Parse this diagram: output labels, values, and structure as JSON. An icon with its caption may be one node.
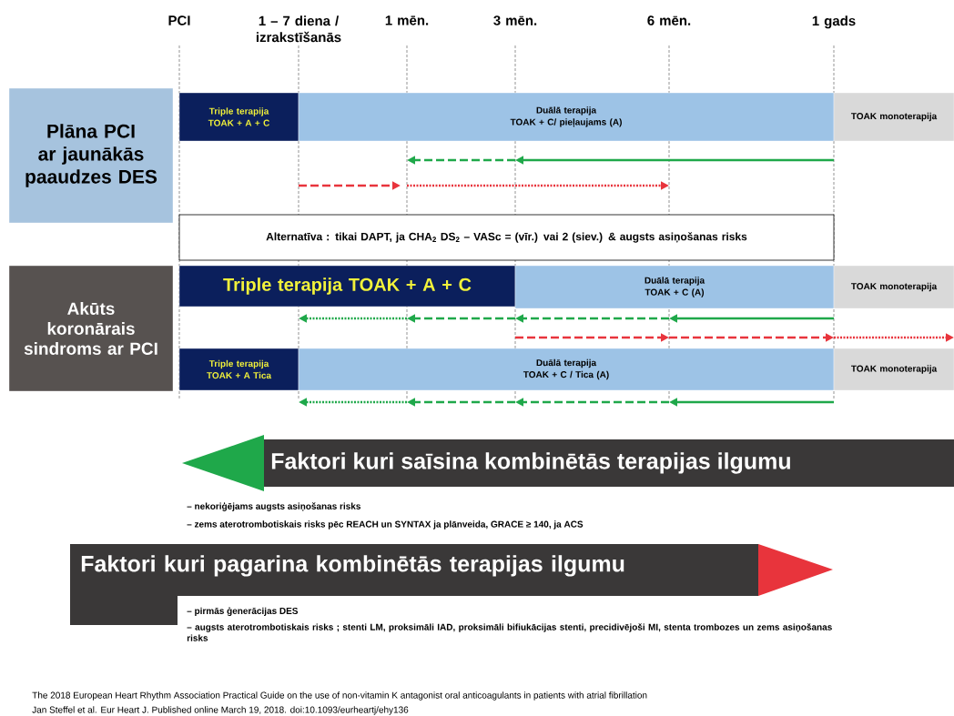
{
  "diagram": {
    "nodes": [
      {
        "text": [
          "Plāna PCI ar jaunākās paaudzes DES"
        ]
      },
      {
        "text": [
          "Triple terapija",
          "TOAK + A + C"
        ]
      },
      {
        "text": [
          "Duālā terapija",
          "TOAK + C/ pieļaujams (A)"
        ]
      },
      {
        "text": [
          "TOAK monoterapija"
        ]
      },
      {
        "text": [
          "Alternatīva : tikai DAPT, ja CHA$_{2}$ DS$_{2}$ – VASc = (vīr.) vai 2 (siev.) & augsts asiņošanas risks"
        ]
      },
      {
        "text": [
          "Akūts koronārais sindroms ar PCI"
        ]
      },
      {
        "text": [
          "Triple terapija TOAK + A + C"
        ]
      },
      {
        "text": [
          "Duālā terapija",
          "TOAK + C (A)"
        ]
      },
      {
        "text": [
          "TOAK monoterapija"
        ]
      },
      {
        "text": [
          "Triple terapija",
          "TOAK + A Tica"
        ]
      },
      {
        "text": [
          "Duālā terapija",
          "TOAK + C / Tica (A)"
        ]
      },
      {
        "text": [
          "TOAK monoterapija"
        ]
      },
      {
        "text": [
          "Faktori kuri saīsina kombinētās terapijas ilgumu"
        ]
      },
      {
        "text": [
          "Faktori kuri pagarina kombinētās terapijas ilgumu"
        ]
      }
    ],
    "labels": [
      "PCI",
      "1 – 7 diena / izrakstīšanās",
      "1 mēn.",
      "3 mēn.",
      "6 mēn.",
      "1 gads",
      "– nekoriģējams augsts asiņošanas risks",
      "– zems aterotrombotiskais risks pēc REACH un SYNTAX ja plānveida, GRACE ≥ 140, ja ACS",
      "– pirmās ģenerācijas DES",
      "– augsts aterotrombotiskais risks ; stenti LM, proksimāli IAD, proksimāli bifiukācijas stenti, precidivējoši MI, stenta trombozes un zems asiņošanas risks",
      "The 2018 European Heart Rhythm Association Practical Guide on the use of non-vitamin K antagonist oral anticoagulants in patients with atrial fibrillation",
      "Jan Steffel et al. Eur Heart J. Published online March 19, 2018. doi:10.1093/eurheartj/ehy136"
    ]
  }
}
